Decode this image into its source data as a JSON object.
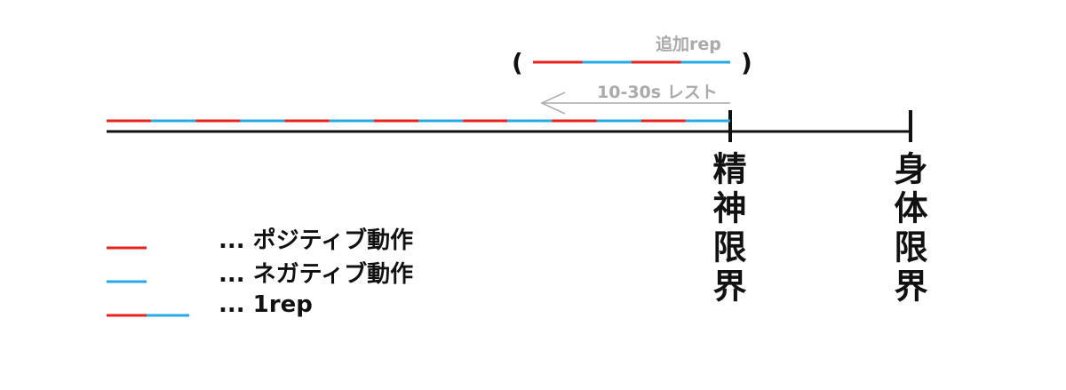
{
  "labels": {
    "extra_rep": "追加rep",
    "rest": "10-30s レスト",
    "paren_open": "(",
    "paren_close": ")",
    "mental_limit": "精神限界",
    "physical_limit": "身体限界"
  },
  "legend": [
    {
      "text": "... ポジティブ動作",
      "pattern": "positive"
    },
    {
      "text": "... ネガティブ動作",
      "pattern": "negative"
    },
    {
      "text": "... 1rep",
      "pattern": "rep"
    }
  ],
  "colors": {
    "positive": "#e8221c",
    "negative": "#27a9e1",
    "axis": "#111111",
    "annotation": "#aaaaaa"
  },
  "reps": {
    "main_count": 7,
    "extra_count": 2
  }
}
